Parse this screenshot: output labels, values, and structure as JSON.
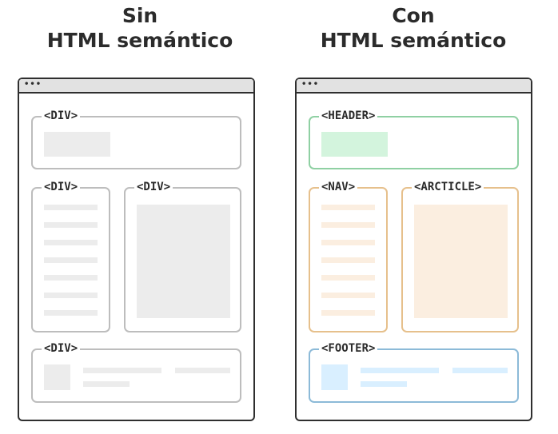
{
  "left": {
    "title_line1": "Sin",
    "title_line2": "HTML semántico",
    "dots": "•••",
    "header_tag": "<DIV>",
    "nav_tag": "<DIV>",
    "article_tag": "<DIV>",
    "footer_tag": "<DIV>"
  },
  "right": {
    "title_line1": "Con",
    "title_line2": "HTML semántico",
    "dots": "•••",
    "header_tag": "<HEADER>",
    "nav_tag": "<NAV>",
    "article_tag": "<ARCTICLE>",
    "footer_tag": "<FOOTER>"
  },
  "colors": {
    "generic_div": "#bdbdbd",
    "header": "#8fd0a3",
    "nav": "#e6c08c",
    "article": "#e6c08c",
    "footer": "#8cbad8"
  }
}
